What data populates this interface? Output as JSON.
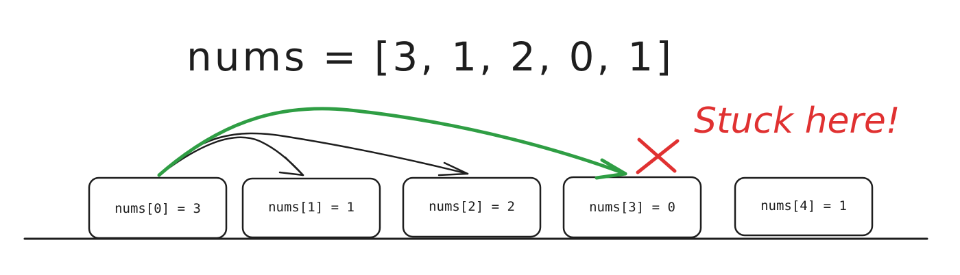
{
  "title": "nums = [3, 1, 2, 0, 1]",
  "cells": [
    {
      "label": "nums[0] = 3"
    },
    {
      "label": "nums[1] = 1"
    },
    {
      "label": "nums[2] = 2"
    },
    {
      "label": "nums[3] = 0"
    },
    {
      "label": "nums[4] = 1"
    }
  ],
  "note": "Stuck here!",
  "colors": {
    "ink": "#1e1e1e",
    "green_arrow": "#2f9e44",
    "red_mark": "#e03131"
  }
}
